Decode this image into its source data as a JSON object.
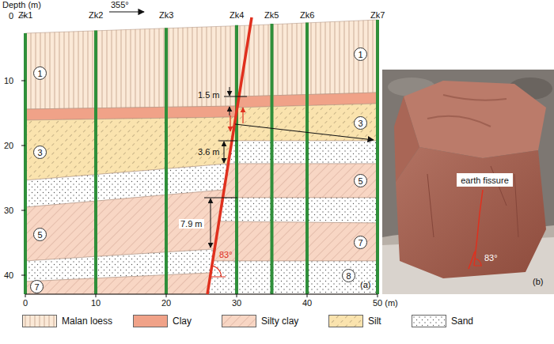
{
  "diagram": {
    "nodes": [
      {
        "text": [
          "1"
        ]
      },
      {
        "text": [
          "1"
        ]
      },
      {
        "text": [
          "3"
        ]
      },
      {
        "text": [
          "3"
        ]
      },
      {
        "text": [
          "5"
        ]
      },
      {
        "text": [
          "5"
        ]
      },
      {
        "text": [
          "7"
        ]
      },
      {
        "text": [
          "8"
        ]
      },
      {
        "text": [
          "7"
        ]
      },
      {
        "text": [
          "earth fissure"
        ]
      }
    ],
    "labels": [
      "Depth (m)",
      "0",
      "10",
      "20",
      "30",
      "40",
      "Zk1",
      "Zk2",
      "Zk3",
      "Zk4",
      "Zk5",
      "Zk6",
      "Zk7",
      "355°",
      "1.5 m",
      "3.6 m",
      "7.9 m",
      "83°",
      "(a)",
      "0",
      "10",
      "20",
      "30",
      "40",
      "50 (m)",
      "83°",
      "(b)"
    ],
    "legend": [
      {
        "text": "Malan loess",
        "color": "#fbe9d7"
      },
      {
        "text": "Clay",
        "color": "#f0a288"
      },
      {
        "text": "Silty clay",
        "color": "#f8d6c4"
      },
      {
        "text": "Silt",
        "color": "#fae3ae"
      },
      {
        "text": "Sand",
        "color": "#ffffff"
      }
    ]
  }
}
